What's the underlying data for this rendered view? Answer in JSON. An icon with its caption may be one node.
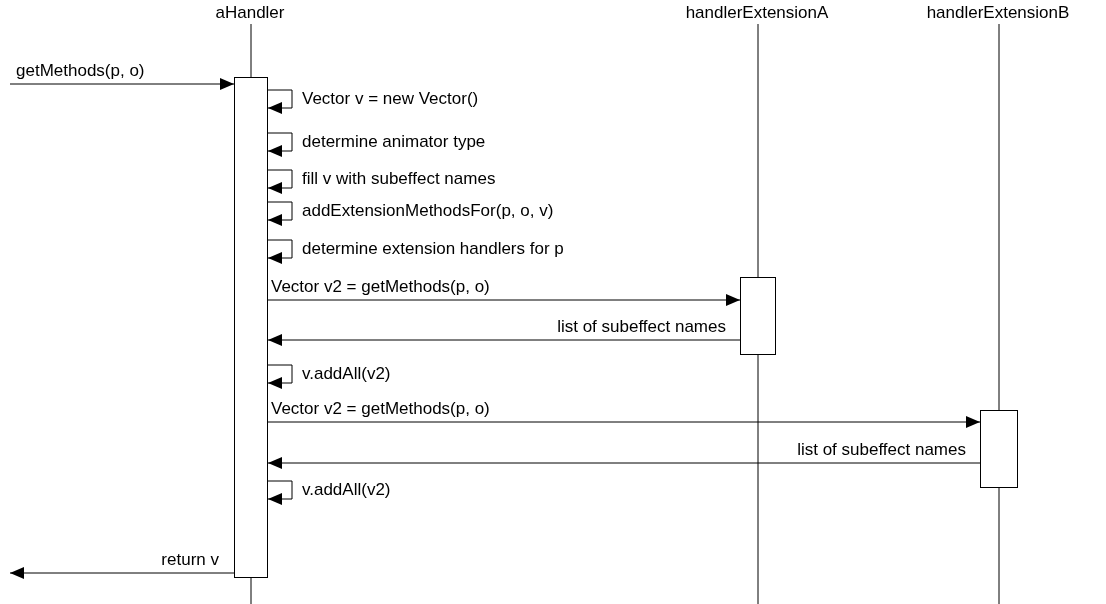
{
  "diagram": {
    "nodes": [
      {
        "text": [
          "aHandler"
        ]
      },
      {
        "text": [
          "handlerExtensionA"
        ]
      },
      {
        "text": [
          "handlerExtensionB"
        ]
      },
      {
        "text": [],
        "shape": "bar"
      },
      {
        "text": [],
        "shape": "bar"
      },
      {
        "text": [],
        "shape": "bar"
      }
    ],
    "edges": [
      {
        "from": 0,
        "to": 3,
        "arrow": "none"
      },
      {
        "from": 1,
        "to": 4,
        "arrow": "none"
      },
      {
        "from": 2,
        "to": 5,
        "arrow": "none"
      },
      {
        "from": null,
        "to": 3,
        "label": "getMethods(p, o)",
        "arrow": "to"
      },
      {
        "from": 3,
        "to": 3,
        "label": "Vector v = new Vector()",
        "arrow": "to"
      },
      {
        "from": 3,
        "to": 3,
        "label": "determine animator type",
        "arrow": "to"
      },
      {
        "from": 3,
        "to": 3,
        "label": "fill v with subeffect names",
        "arrow": "to"
      },
      {
        "from": 3,
        "to": 3,
        "label": "addExtensionMethodsFor(p, o, v)",
        "arrow": "to"
      },
      {
        "from": 3,
        "to": 3,
        "label": "determine extension handlers for p",
        "arrow": "to"
      },
      {
        "from": 3,
        "to": 4,
        "label": "Vector v2 = getMethods(p, o)",
        "arrow": "to"
      },
      {
        "from": 4,
        "to": 3,
        "label": "list of subeffect names",
        "arrow": "to"
      },
      {
        "from": 3,
        "to": 3,
        "label": "v.addAll(v2)",
        "arrow": "to"
      },
      {
        "from": 3,
        "to": 5,
        "label": "Vector v2 = getMethods(p, o)",
        "arrow": "to"
      },
      {
        "from": 5,
        "to": 3,
        "label": "list of subeffect names",
        "arrow": "to"
      },
      {
        "from": 3,
        "to": 3,
        "label": "v.addAll(v2)",
        "arrow": "to"
      },
      {
        "from": 3,
        "to": null,
        "label": "return v",
        "arrow": "to"
      }
    ]
  }
}
